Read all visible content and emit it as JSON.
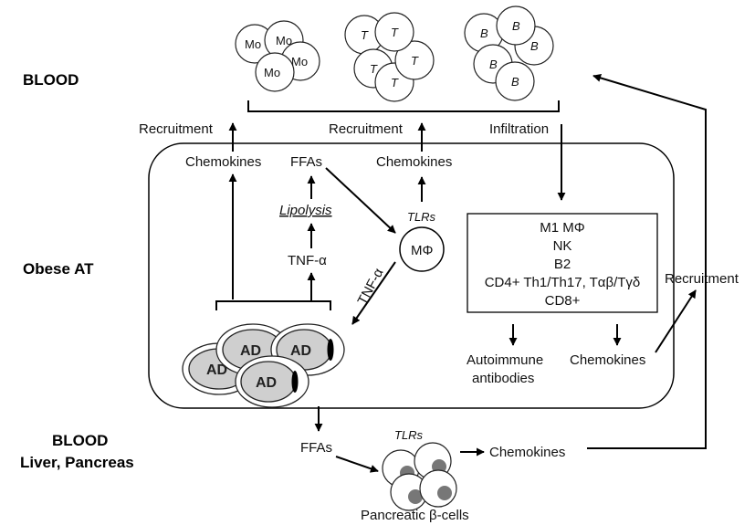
{
  "regions": {
    "blood_top": "BLOOD",
    "obese_at": "Obese AT",
    "blood_bottom_1": "BLOOD",
    "blood_bottom_2": "Liver, Pancreas"
  },
  "top_cells": {
    "monocyte": "Mo",
    "t_cell": "T",
    "b_cell": "B"
  },
  "labels": {
    "recruitment_left": "Recruitment",
    "recruitment_mid": "Recruitment",
    "infiltration": "Infiltration",
    "chemokines_left": "Chemokines",
    "ffas_top": "FFAs",
    "chemokines_mid": "Chemokines",
    "lipolysis": "Lipolysis",
    "tlrs_macrophage": "TLRs",
    "macrophage": "MΦ",
    "tnf_left": "TNF-α",
    "tnf_diag": "TNF-α",
    "adipocyte": "AD",
    "autoimmune_1": "Autoimmune",
    "autoimmune_2": "antibodies",
    "chemokines_right": "Chemokines",
    "recruitment_right": "Recruitment",
    "ffas_bottom": "FFAs",
    "tlrs_beta": "TLRs",
    "chemokines_bottom": "Chemokines",
    "pancreatic": "Pancreatic β-cells"
  },
  "immune_box": [
    "M1 MΦ",
    "NK",
    "B2",
    "CD4+ Th1/Th17, Tαβ/Tγδ",
    "CD8+"
  ]
}
